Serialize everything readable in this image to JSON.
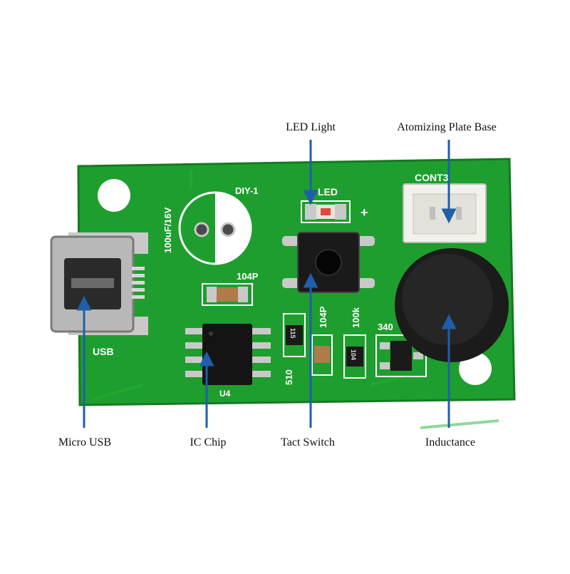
{
  "colors": {
    "pcb": "#1e9e2e",
    "pcb_edge": "#157a22",
    "silkscreen": "#ffffff",
    "pad": "#c9c9c9",
    "arrow": "#1f5fa8",
    "label_text": "#111111"
  },
  "callouts": {
    "led_light": "LED Light",
    "atomizing_plate_base": "Atomizing Plate Base",
    "micro_usb": "Micro USB",
    "ic_chip": "IC Chip",
    "tact_switch": "Tact Switch",
    "inductance": "Inductance"
  },
  "silkscreen": {
    "diy": "DIY-1",
    "cap_rating": "100uF/16V",
    "led": "LED",
    "plus": "+",
    "cont": "CONT3",
    "cap_104p_a": "104P",
    "cap_104p_b": "104P",
    "res_100k": "100k",
    "res_340": "340",
    "res_510": "510",
    "usb": "USB",
    "u4": "U4",
    "res_code_115": "115",
    "res_code_104": "104"
  }
}
